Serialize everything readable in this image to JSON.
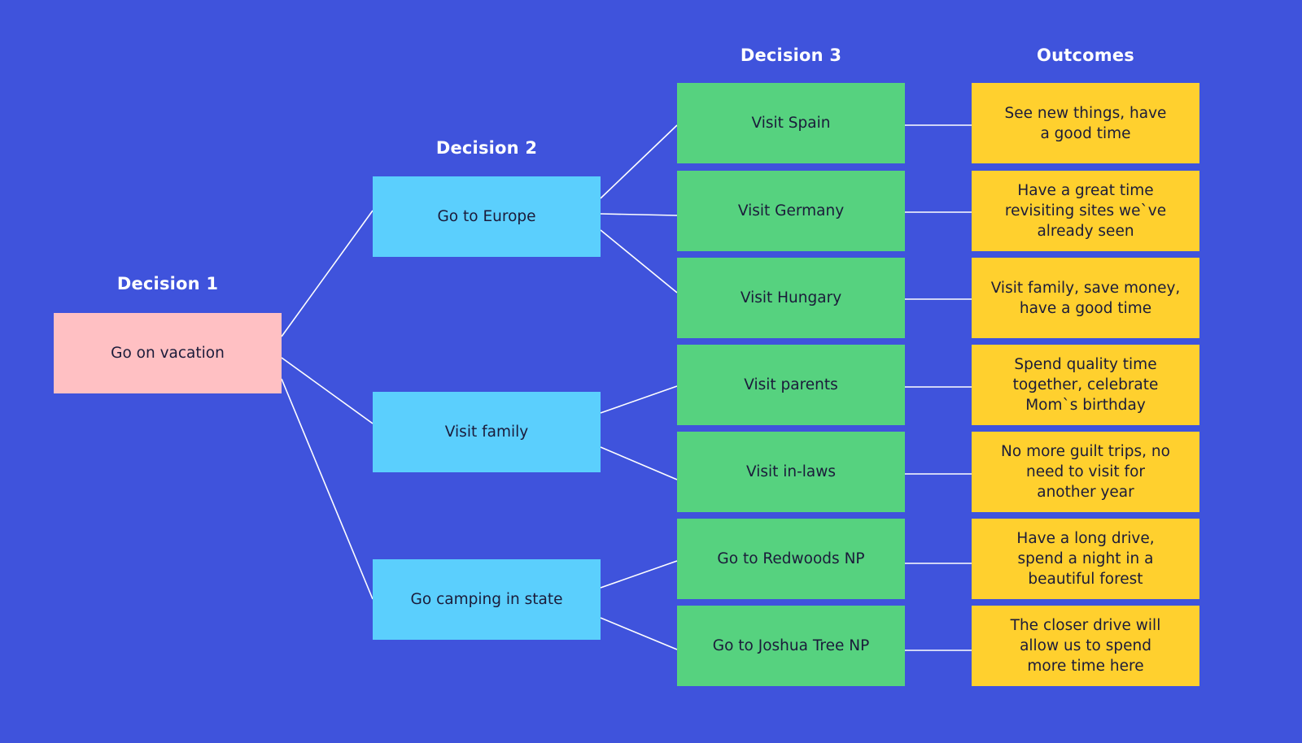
{
  "colors": {
    "background": "#3f53dc",
    "decision1": "#ffc0c3",
    "decision2": "#5bcffd",
    "decision3": "#56d27f",
    "outcome": "#ffd02e",
    "connector": "#ffffff"
  },
  "headings": {
    "decision1": "Decision 1",
    "decision2": "Decision 2",
    "decision3": "Decision 3",
    "outcomes": "Outcomes"
  },
  "decision1": {
    "label": "Go on vacation"
  },
  "decision2": [
    {
      "label": "Go to Europe"
    },
    {
      "label": "Visit family"
    },
    {
      "label": "Go camping in state"
    }
  ],
  "decision3": [
    {
      "label": "Visit Spain",
      "parent": 0
    },
    {
      "label": "Visit Germany",
      "parent": 0
    },
    {
      "label": "Visit Hungary",
      "parent": 0
    },
    {
      "label": "Visit parents",
      "parent": 1
    },
    {
      "label": "Visit in-laws",
      "parent": 1
    },
    {
      "label": "Go to Redwoods NP",
      "parent": 2
    },
    {
      "label": "Go to Joshua Tree NP",
      "parent": 2
    }
  ],
  "outcomes": [
    {
      "label": "See new things, have\na good time"
    },
    {
      "label": "Have a great time\nrevisiting sites we`ve\nalready seen"
    },
    {
      "label": "Visit family, save money,\nhave a good time"
    },
    {
      "label": "Spend quality time\ntogether, celebrate\nMom`s birthday"
    },
    {
      "label": "No more guilt trips, no\nneed to visit for\nanother year"
    },
    {
      "label": "Have a long drive,\nspend a night in a\nbeautiful forest"
    },
    {
      "label": "The closer drive will\nallow us to spend\nmore time here"
    }
  ]
}
